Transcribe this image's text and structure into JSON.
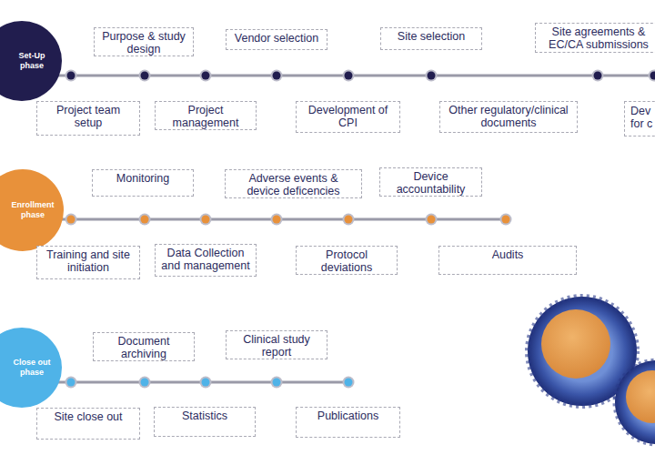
{
  "diagram": {
    "nodes": [
      {
        "text": [
          "Set-Up phase"
        ]
      },
      {
        "text": [
          "Project team setup"
        ]
      },
      {
        "text": [
          "Purpose & study design"
        ]
      },
      {
        "text": [
          "Project management"
        ]
      },
      {
        "text": [
          "Vendor selection"
        ]
      },
      {
        "text": [
          "Development of CPI"
        ]
      },
      {
        "text": [
          "Site selection"
        ]
      },
      {
        "text": [
          "Other regulatory/clinical documents"
        ]
      },
      {
        "text": [
          "Site agreements & EC/CA submissions"
        ]
      },
      {
        "text": [
          "Dev for c"
        ]
      },
      {
        "text": [
          "Enrollment phase"
        ]
      },
      {
        "text": [
          "Training and site initiation"
        ]
      },
      {
        "text": [
          "Monitoring"
        ]
      },
      {
        "text": [
          "Data Collection and management"
        ]
      },
      {
        "text": [
          "Adverse events & device deficencies"
        ]
      },
      {
        "text": [
          "Protocol deviations"
        ]
      },
      {
        "text": [
          "Device accountability"
        ]
      },
      {
        "text": [
          "Audits"
        ]
      },
      {
        "text": [
          "Close out phase"
        ]
      },
      {
        "text": [
          "Site close out"
        ]
      },
      {
        "text": [
          "Document archiving"
        ]
      },
      {
        "text": [
          "Statistics"
        ]
      },
      {
        "text": [
          "Clinical study report"
        ]
      },
      {
        "text": [
          "Publications"
        ]
      }
    ]
  }
}
